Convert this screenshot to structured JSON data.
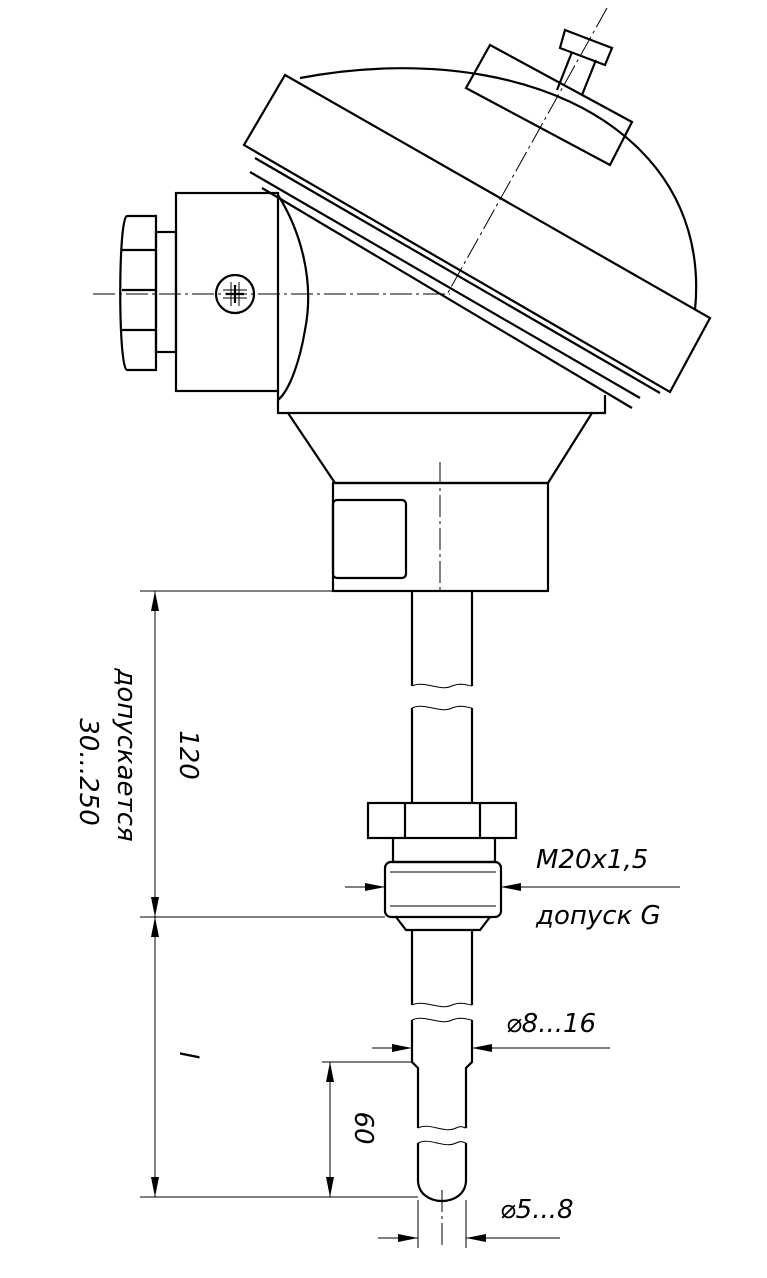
{
  "drawing": {
    "dimensions": {
      "length_upper": "120",
      "length_upper_note_line1": "допускается",
      "length_upper_note_line2": "30...250",
      "thread": "M20x1,5",
      "thread_tolerance": "допуск G",
      "length_lower": "l",
      "diameter_sheath": "⌀8...16",
      "length_tip": "60",
      "diameter_tip": "⌀5...8"
    }
  }
}
